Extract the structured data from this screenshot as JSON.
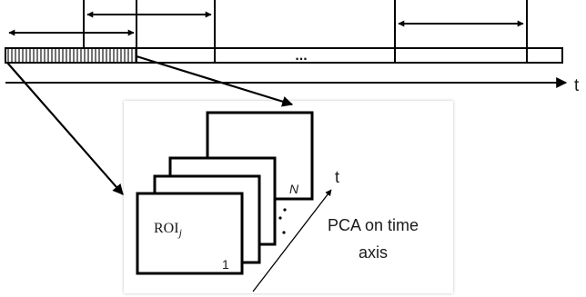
{
  "timeline": {
    "ellipsis": "...",
    "axis_label": "t"
  },
  "inset": {
    "roi_label_main": "ROI",
    "roi_label_sub": "j",
    "frame_first": "1",
    "frame_last": "N",
    "time_label": "t",
    "pca_line1": "PCA on time",
    "pca_line2": "axis"
  },
  "colors": {
    "stroke": "#000000",
    "text": "#1a1a1a",
    "background": "#ffffff"
  }
}
